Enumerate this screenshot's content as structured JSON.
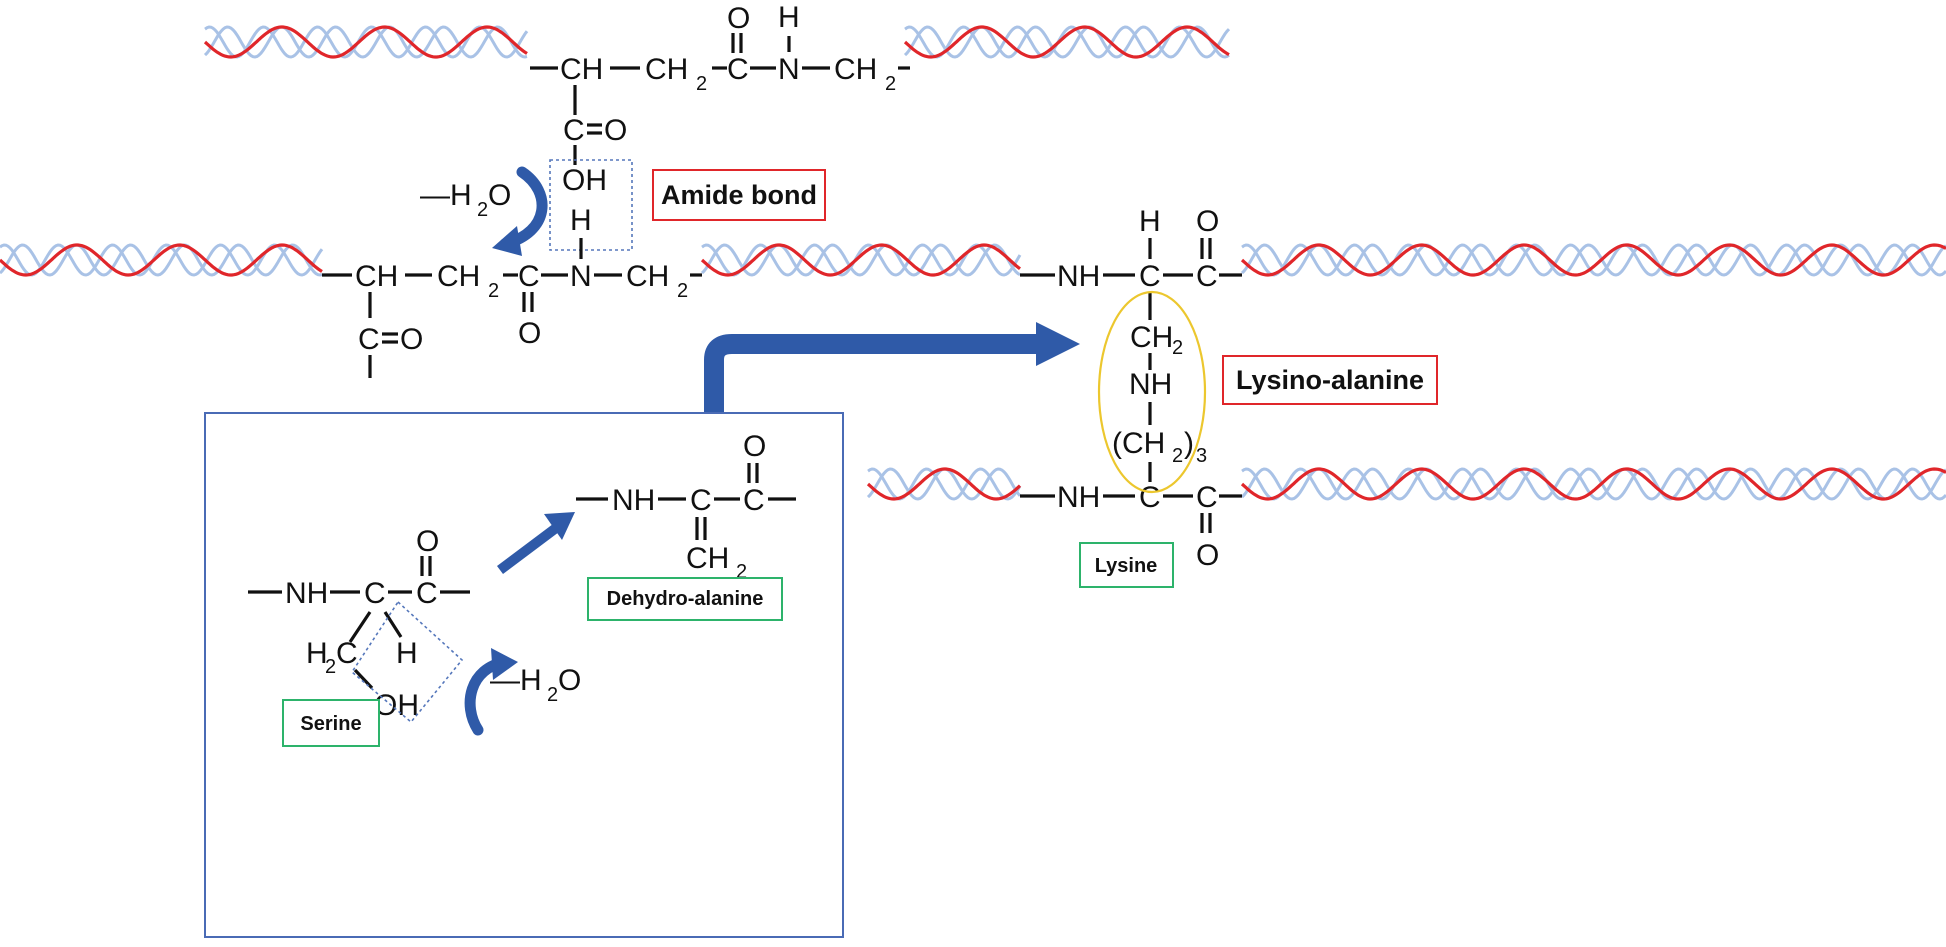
{
  "labels": {
    "amide_bond": "Amide bond",
    "lysino_alanine": "Lysino-alanine",
    "dehydro_alanine": "Dehydro-alanine",
    "serine": "Serine",
    "lysine": "Lysine"
  },
  "atoms": {
    "CH": "CH",
    "CH2": "CH",
    "two": "2",
    "three": "3",
    "C": "C",
    "O": "O",
    "H": "H",
    "N": "N",
    "NH": "NH",
    "OH": "OH",
    "H2C_H": "H",
    "H2C_C": "C",
    "minus_h2o": "—H",
    "minus_h2o_O": "O",
    "paren_open": "(CH",
    "paren_close": ")"
  },
  "colors": {
    "helix_primary": "#e0262a",
    "helix_secondary": "#a9c2e6",
    "arrow": "#2f5aa8",
    "amide_box_border": "#e0262a",
    "green_box_border": "#2db36b",
    "panel_border": "#4a6bb5",
    "ellipse": "#ecc72e",
    "dotted_box": "#5577bb"
  }
}
